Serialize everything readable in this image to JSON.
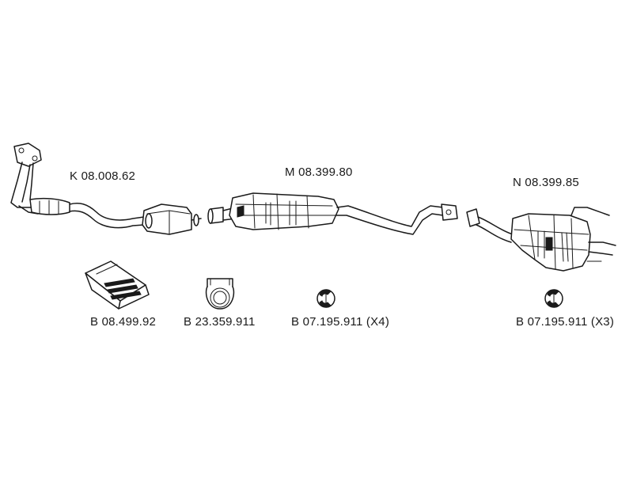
{
  "parts": {
    "front_pipe": {
      "code": "K 08.008.62"
    },
    "middle_silencer": {
      "code": "M 08.399.80"
    },
    "rear_silencer": {
      "code": "N 08.399.85"
    }
  },
  "accessories": [
    {
      "code": "B 08.499.92"
    },
    {
      "code": "B 23.359.911"
    },
    {
      "code": "B 07.195.911 (X4)"
    },
    {
      "code": "B 07.195.911 (X3)"
    }
  ]
}
